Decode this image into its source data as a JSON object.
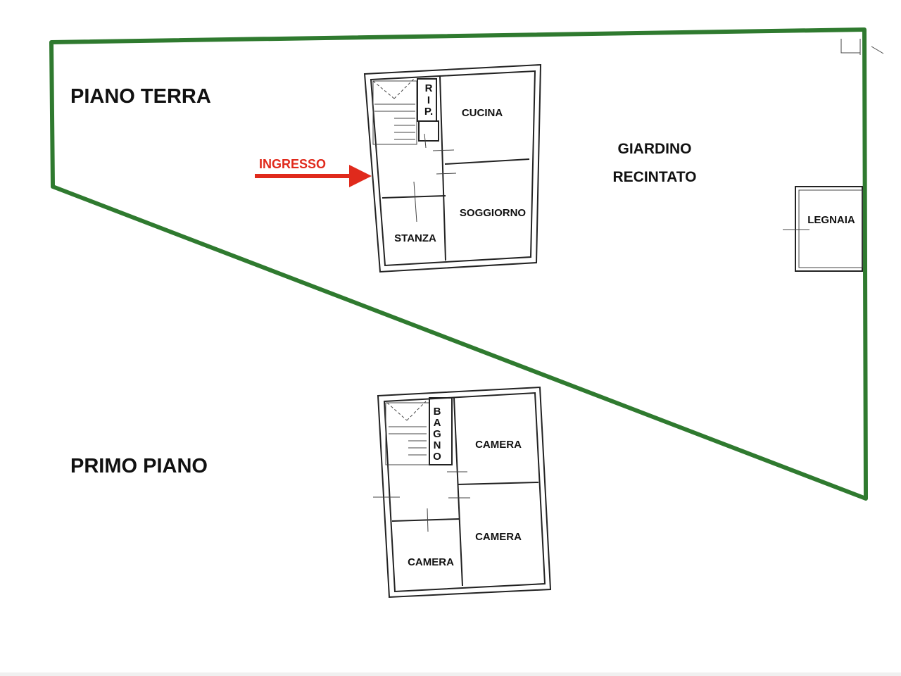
{
  "colors": {
    "boundary": "#2f7a2f",
    "arrow": "#e02a1c",
    "ink": "#111111"
  },
  "labels": {
    "ground_floor": "PIANO TERRA",
    "first_floor": "PRIMO PIANO",
    "entrance": "INGRESSO",
    "garden_line1": "GIARDINO",
    "garden_line2": "RECINTATO",
    "woodshed": "LEGNAIA"
  },
  "ground_floor_rooms": {
    "storage": [
      "R",
      "I",
      "P."
    ],
    "kitchen": "CUCINA",
    "living": "SOGGIORNO",
    "room": "STANZA"
  },
  "first_floor_rooms": {
    "bathroom": [
      "B",
      "A",
      "G",
      "N",
      "O"
    ],
    "bedroom_top": "CAMERA",
    "bedroom_right": "CAMERA",
    "bedroom_left": "CAMERA"
  }
}
